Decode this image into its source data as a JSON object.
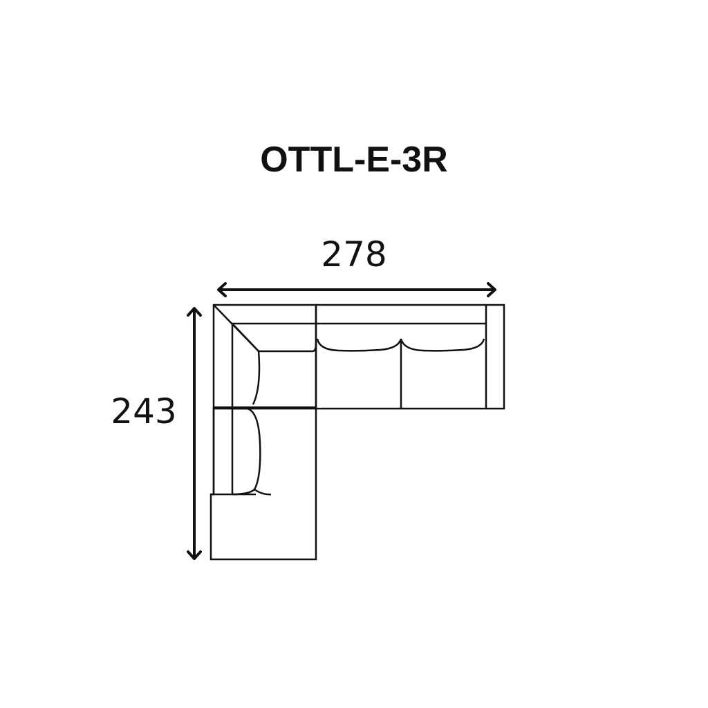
{
  "model_code": "OTTL-E-3R",
  "dimensions": {
    "width": "278",
    "height": "243"
  },
  "colors": {
    "line": "#111111",
    "background": "#ffffff"
  }
}
